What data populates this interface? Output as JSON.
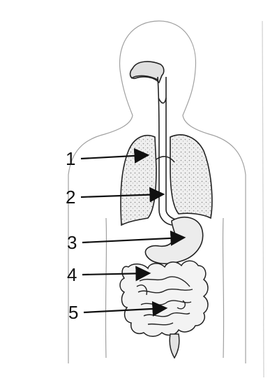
{
  "labels": [
    {
      "id": "1",
      "text": "1"
    },
    {
      "id": "2",
      "text": "2"
    },
    {
      "id": "3",
      "text": "3"
    },
    {
      "id": "4",
      "text": "4"
    },
    {
      "id": "5",
      "text": "5"
    }
  ],
  "colors": {
    "ink": "#111111",
    "outline": "#9a9a9a",
    "organ_fill": "#e6e6e6",
    "background": "#ffffff"
  }
}
